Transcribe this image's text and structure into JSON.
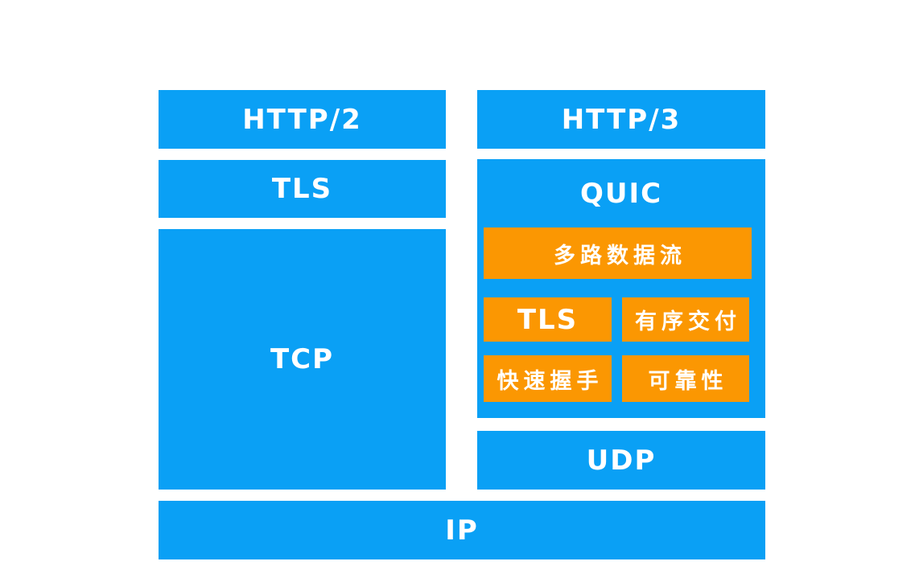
{
  "colors": {
    "blue": "#0aa0f5",
    "orange": "#fb9702",
    "label_text": "#ffffff",
    "background": "#ffffff"
  },
  "diagram": {
    "left_stack": {
      "http2_label": "HTTP/2",
      "tls_label": "TLS",
      "tcp_label": "TCP"
    },
    "right_stack": {
      "http3_label": "HTTP/3",
      "quic_label": "QUIC",
      "quic_features": {
        "multiplexing": "多路数据流",
        "tls": "TLS",
        "ordered_delivery": "有序交付",
        "fast_handshake": "快速握手",
        "reliability": "可靠性"
      },
      "udp_label": "UDP"
    },
    "ip_label": "IP"
  }
}
